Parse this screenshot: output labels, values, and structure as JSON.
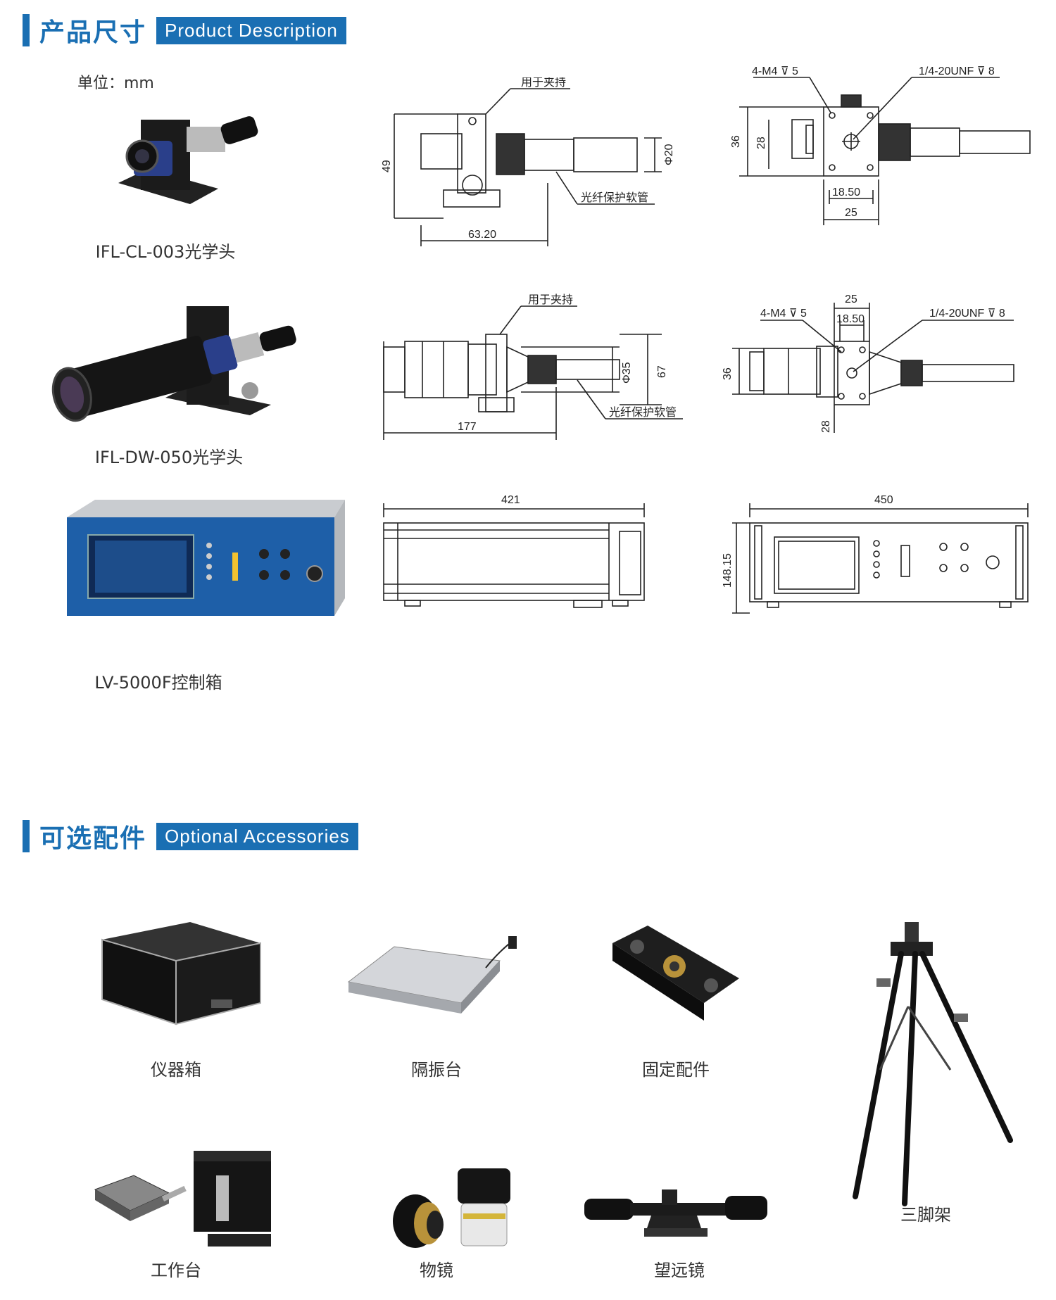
{
  "section1": {
    "title_cn": "产品尺寸",
    "title_en": "Product Description",
    "unit": "单位：mm"
  },
  "products": [
    {
      "name": "IFL-CL-003光学头"
    },
    {
      "name": "IFL-DW-050光学头"
    },
    {
      "name": "LV-5000F控制箱"
    }
  ],
  "drawings": {
    "cl_side": {
      "label_clamp": "用于夹持",
      "label_hose": "光纤保护软管",
      "d_height": "49",
      "d_length": "63.20",
      "d_dia": "Φ20"
    },
    "cl_front": {
      "label_m4": "4-M4 ⊽ 5",
      "label_unf": "1/4-20UNF ⊽ 8",
      "d_36": "36",
      "d_28": "28",
      "d_1850": "18.50",
      "d_25": "25"
    },
    "dw_side": {
      "label_clamp": "用于夹持",
      "label_hose": "光纤保护软管",
      "d_dia": "Φ35",
      "d_67": "67",
      "d_177": "177"
    },
    "dw_front": {
      "label_m4": "4-M4 ⊽ 5",
      "label_unf": "1/4-20UNF ⊽ 8",
      "d_25": "25",
      "d_1850": "18.50",
      "d_36": "36",
      "d_28": "28"
    },
    "box_side": {
      "d_421": "421"
    },
    "box_front": {
      "d_450": "450",
      "d_14815": "148.15"
    }
  },
  "section2": {
    "title_cn": "可选配件",
    "title_en": "Optional Accessories"
  },
  "accessories": [
    {
      "name": "仪器箱"
    },
    {
      "name": "隔振台"
    },
    {
      "name": "固定配件"
    },
    {
      "name": "三脚架"
    },
    {
      "name": "工作台"
    },
    {
      "name": "物镜"
    },
    {
      "name": "望远镜"
    }
  ],
  "colors": {
    "accent": "#1a6fb3"
  }
}
